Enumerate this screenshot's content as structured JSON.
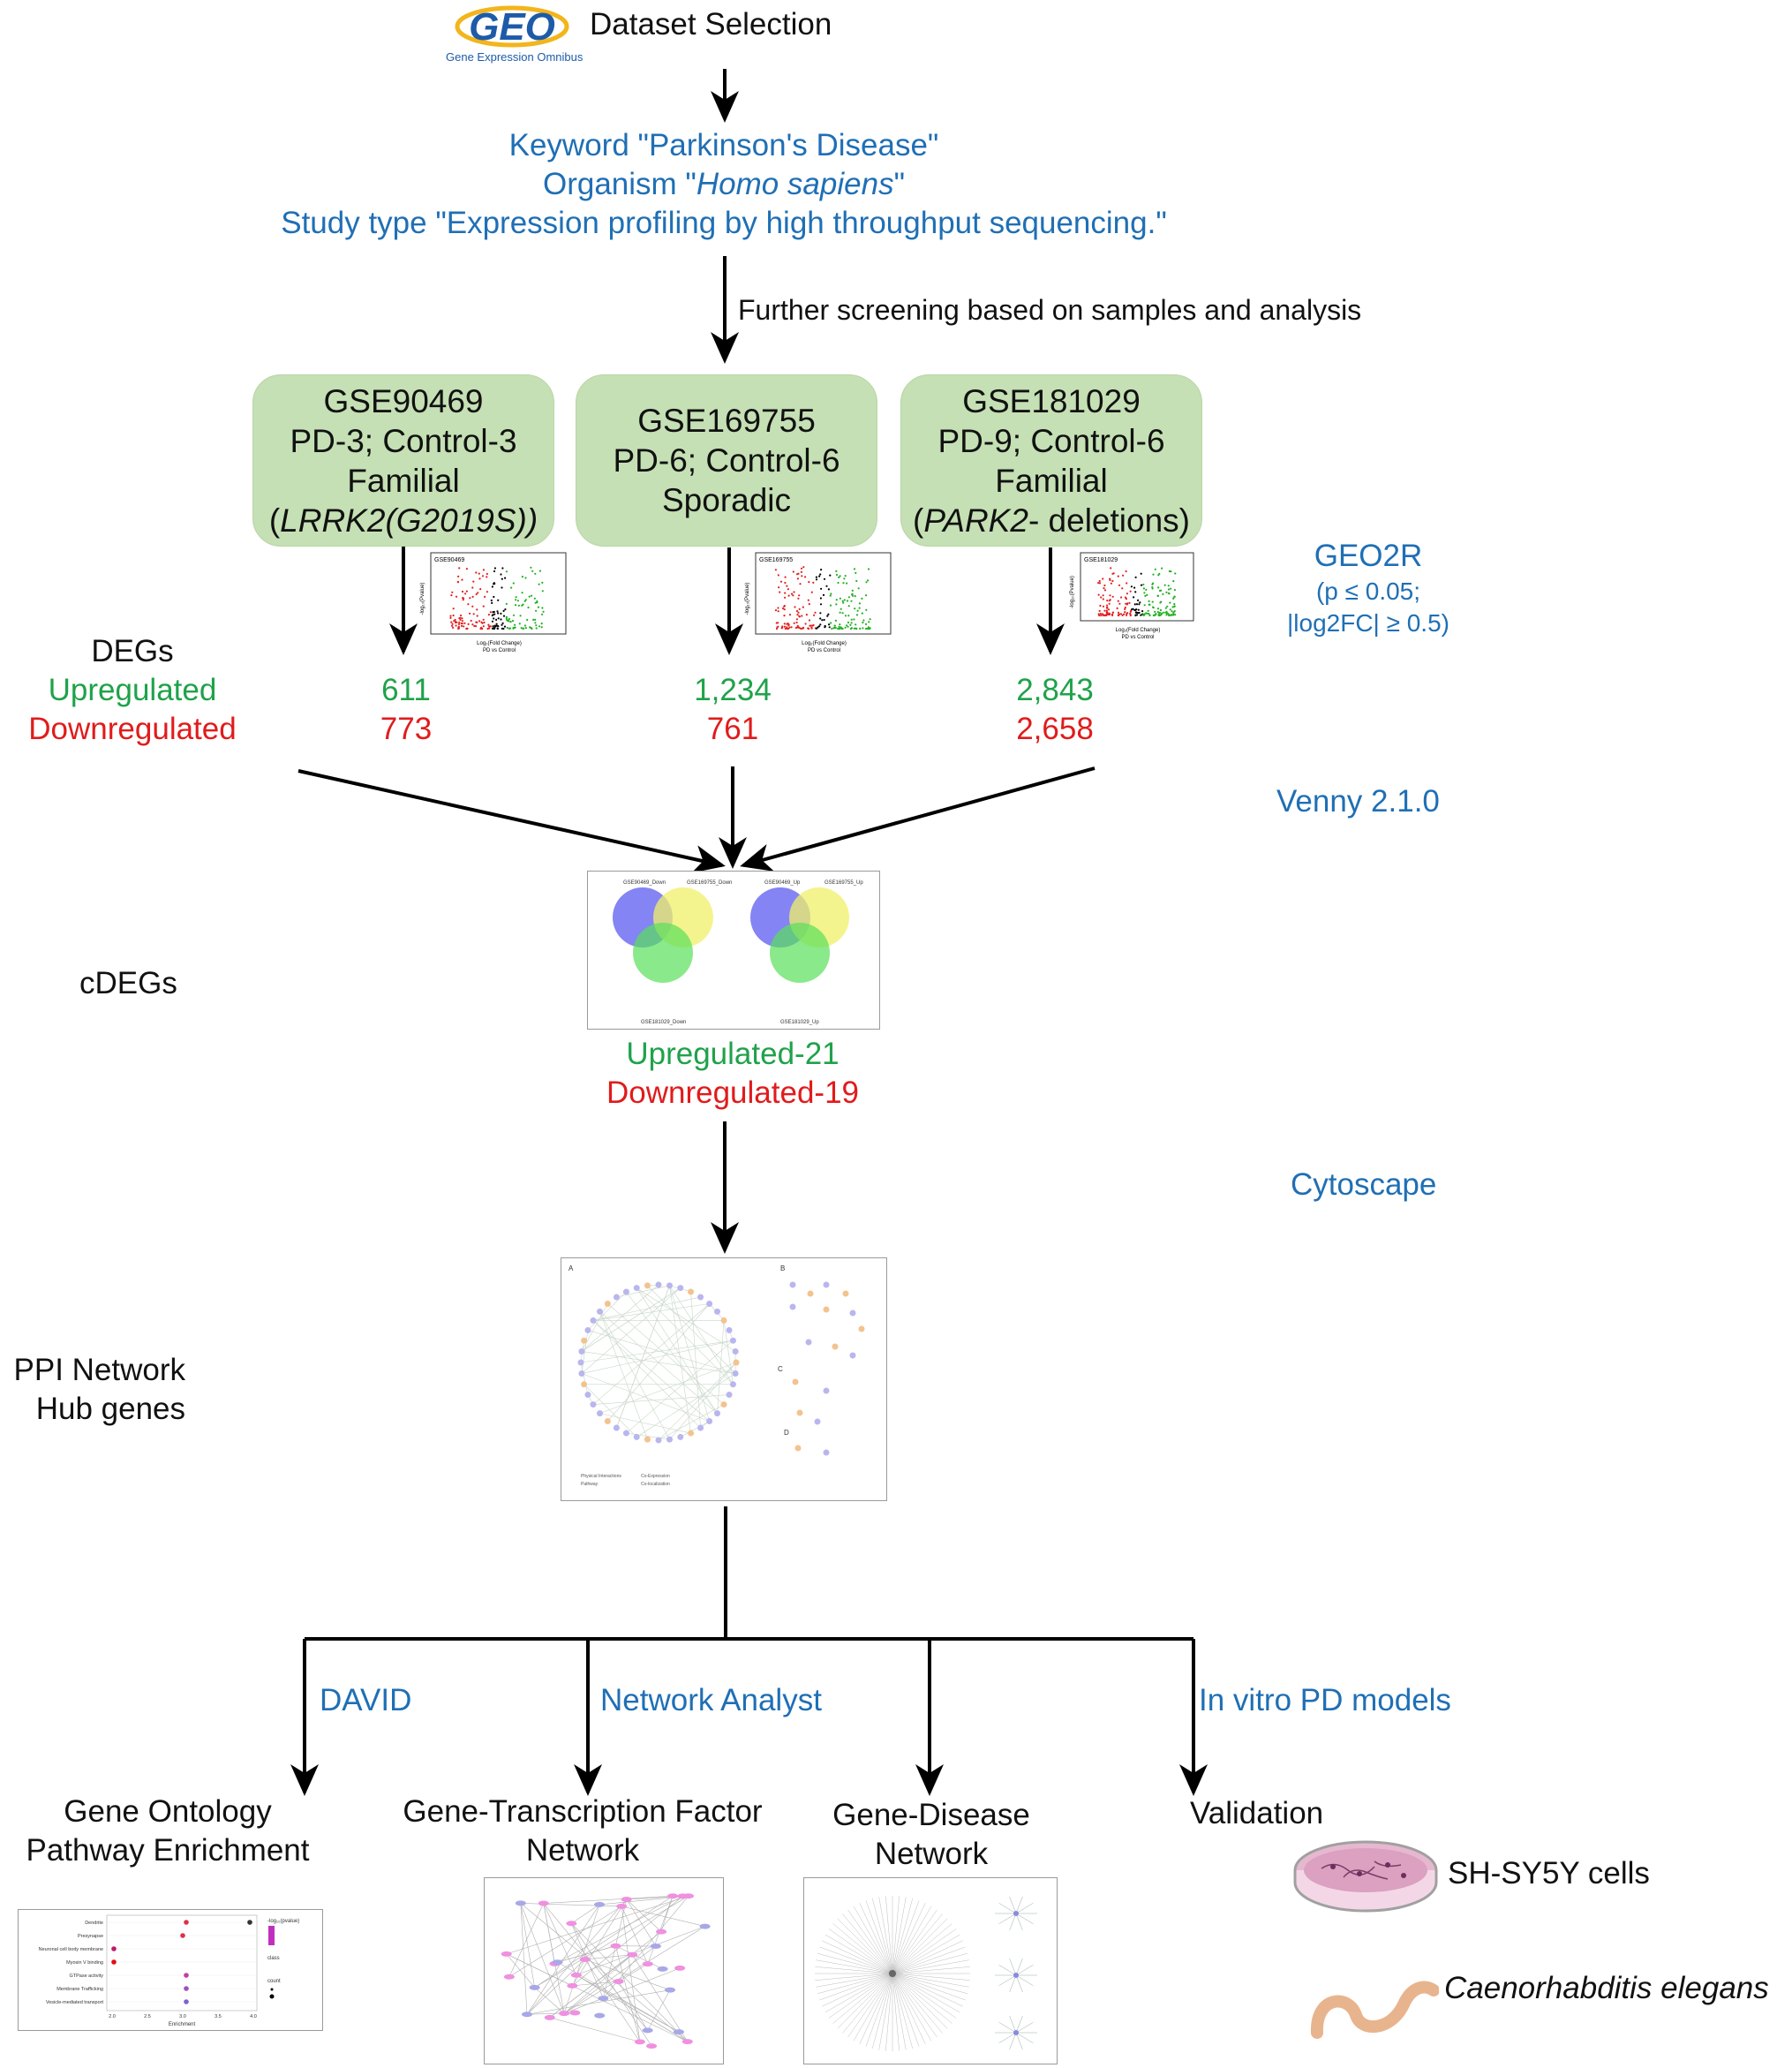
{
  "header": {
    "logo_text": "GEO",
    "logo_subtitle": "Gene Expression Omnibus",
    "title": "Dataset Selection"
  },
  "criteria": {
    "line1": "Keyword \"Parkinson's Disease\"",
    "line2_prefix": "Organism \"",
    "line2_italic": "Homo sapiens",
    "line2_suffix": "\"",
    "line3": "Study type \"Expression profiling by high throughput sequencing.\""
  },
  "screening_label": "Further screening based on samples and analysis",
  "datasets": [
    {
      "id": "GSE90469",
      "samples": "PD-3; Control-3",
      "type": "Familial",
      "gene_prefix": "(",
      "gene_italic": "LRRK2",
      "gene_suffix": "(G2019S))",
      "volcano_label": "GSE90469",
      "upregulated": "611",
      "downregulated": "773"
    },
    {
      "id": "GSE169755",
      "samples": "PD-6; Control-6",
      "type": "Sporadic",
      "gene_prefix": "",
      "gene_italic": "",
      "gene_suffix": "",
      "volcano_label": "GSE169755",
      "upregulated": "1,234",
      "downregulated": "761"
    },
    {
      "id": "GSE181029",
      "samples": "PD-9; Control-6",
      "type": "Familial",
      "gene_prefix": "(",
      "gene_italic": "PARK2",
      "gene_suffix": "- deletions)",
      "volcano_label": "GSE181029",
      "upregulated": "2,843",
      "downregulated": "2,658"
    }
  ],
  "volcano": {
    "ylabel": "-log₁₀(Pvalue)",
    "xlabel": "Log₂(Fold Change)",
    "xsub": "PD vs Control"
  },
  "tools": {
    "geo2r_title": "GEO2R",
    "geo2r_line2": "(p ≤ 0.05;",
    "geo2r_line3": "|log2FC| ≥ 0.5)",
    "venny": "Venny 2.1.0",
    "cytoscape": "Cytoscape",
    "david": "DAVID",
    "network_analyst": "Network Analyst",
    "invitro": "In vitro PD models"
  },
  "left_labels": {
    "degs": "DEGs",
    "upregulated": "Upregulated",
    "downregulated": "Downregulated",
    "cdegs": "cDEGs",
    "ppi1": "PPI Network",
    "ppi2": "Hub genes"
  },
  "cdegs": {
    "up": "Upregulated-21",
    "down": "Downregulated-19"
  },
  "venn": {
    "left": {
      "a_label": "GSE90469_Down",
      "b_label": "GSE169755_Down",
      "c_label": "GSE181029_Down"
    },
    "right": {
      "a_label": "GSE90469_Up",
      "b_label": "GSE169755_Up",
      "c_label": "GSE181029_Up"
    }
  },
  "ppi_panel": {
    "label_a": "A",
    "label_b": "B",
    "label_c": "C",
    "label_d": "D",
    "legend": [
      "Physical Interactions",
      "Co-Expression",
      "Pathway",
      "Co-localization"
    ]
  },
  "outputs": {
    "go_line1": "Gene Ontology",
    "go_line2": "Pathway Enrichment",
    "tf_line1": "Gene-Transcription Factor",
    "tf_line2": "Network",
    "gd_line1": "Gene-Disease",
    "gd_line2": "Network",
    "validation": "Validation",
    "cells": "SH-SY5Y cells",
    "worm": "Caenorhabditis elegans"
  },
  "enrichment_panel": {
    "terms": [
      "Dendrite",
      "Presynapse",
      "Neuronal cell body membrane",
      "Myosin V binding",
      "GTPase activity",
      "Membrane Trafficking",
      "Vesicle-mediated transport"
    ],
    "xlabel": "Enrichment",
    "legend_title": "-log₁₀(pvalue)",
    "legend_class": "class",
    "legend_count": "count",
    "xticks": [
      "2.0",
      "2.5",
      "3.0",
      "3.5",
      "4.0"
    ]
  },
  "colors": {
    "box_green": "#c5e0b4",
    "tool_blue": "#1f6fb5",
    "up_green": "#1fa24a",
    "down_red": "#e11b1b"
  }
}
